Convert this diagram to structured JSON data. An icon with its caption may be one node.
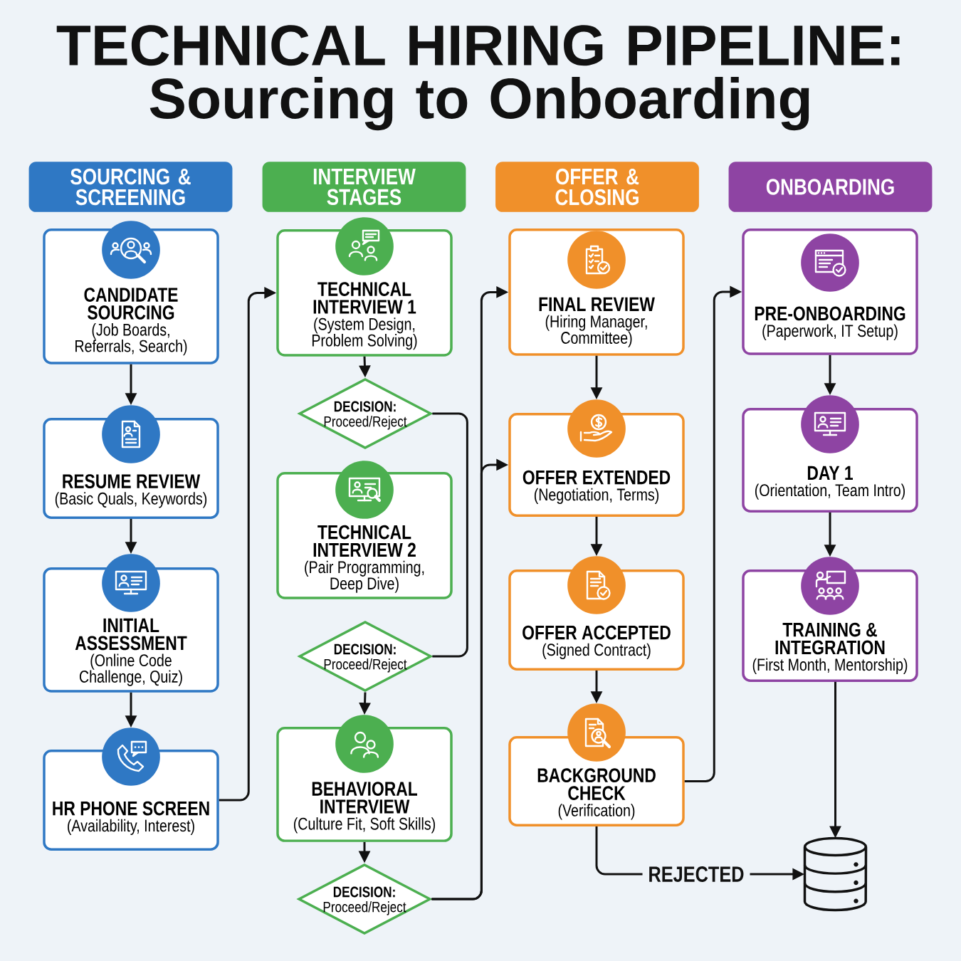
{
  "diagram": {
    "title": "TECHNICAL HIRING PIPELINE: Sourcing to Onboarding",
    "nodes": [
      {
        "text": [
          "SOURCING & SCREENING"
        ]
      },
      {
        "text": [
          "INTERVIEW STAGES"
        ]
      },
      {
        "text": [
          "OFFER & CLOSING"
        ]
      },
      {
        "text": [
          "ONBOARDING"
        ]
      },
      {
        "text": [
          "CANDIDATE SOURCING",
          "(Job Boards, Referrals, Search)"
        ]
      },
      {
        "text": [
          "RESUME REVIEW",
          "(Basic Quals, Keywords)"
        ]
      },
      {
        "text": [
          "INITIAL ASSESSMENT",
          "(Online Code Challenge, Quiz)"
        ]
      },
      {
        "text": [
          "HR PHONE SCREEN",
          "(Availability, Interest)"
        ]
      },
      {
        "text": [
          "TECHNICAL INTERVIEW 1",
          "(System Design, Problem Solving)"
        ]
      },
      {
        "text": [
          "DECISION:",
          "Proceed/Reject"
        ]
      },
      {
        "text": [
          "TECHNICAL INTERVIEW 2",
          "(Pair Programming, Deep Dive)"
        ]
      },
      {
        "text": [
          "DECISION:",
          "Proceed/Reject"
        ]
      },
      {
        "text": [
          "BEHAVIORAL INTERVIEW",
          "(Culture Fit, Soft Skills)"
        ]
      },
      {
        "text": [
          "DECISION:",
          "Proceed/Reject"
        ]
      },
      {
        "text": [
          "FINAL REVIEW",
          "(Hiring Manager, Committee)"
        ]
      },
      {
        "text": [
          "OFFER EXTENDED",
          "(Negotiation, Terms)"
        ]
      },
      {
        "text": [
          "OFFER ACCEPTED",
          "(Signed Contract)"
        ]
      },
      {
        "text": [
          "BACKGROUND CHECK",
          "(Verification)"
        ]
      },
      {
        "text": [
          "PRE-ONBOARDING",
          "(Paperwork, IT Setup)"
        ]
      },
      {
        "text": [
          "DAY 1",
          "(Orientation, Team Intro)"
        ]
      },
      {
        "text": [
          "TRAINING & INTEGRATION",
          "(First Month, Mentorship)"
        ]
      },
      {
        "text": [],
        "shape": "cylinder"
      }
    ],
    "edges": [
      {
        "from": 4,
        "to": 5,
        "arrow": "to"
      },
      {
        "from": 5,
        "to": 6,
        "arrow": "to"
      },
      {
        "from": 6,
        "to": 7,
        "arrow": "to"
      },
      {
        "from": 7,
        "to": 8,
        "arrow": "to"
      },
      {
        "from": 8,
        "to": 9,
        "arrow": "to"
      },
      {
        "from": 9,
        "to": 11,
        "arrow": "none"
      },
      {
        "from": 11,
        "to": 12,
        "arrow": "to"
      },
      {
        "from": 12,
        "to": 13,
        "arrow": "to"
      },
      {
        "from": 13,
        "to": 14,
        "arrow": "to"
      },
      {
        "from": 13,
        "to": 15,
        "arrow": "to"
      },
      {
        "from": 14,
        "to": 15,
        "arrow": "to"
      },
      {
        "from": 15,
        "to": 16,
        "arrow": "to"
      },
      {
        "from": 16,
        "to": 17,
        "arrow": "to"
      },
      {
        "from": 17,
        "to": 18,
        "arrow": "to"
      },
      {
        "from": 18,
        "to": 19,
        "arrow": "to"
      },
      {
        "from": 19,
        "to": 20,
        "arrow": "to"
      },
      {
        "from": 20,
        "to": 21,
        "arrow": "to"
      },
      {
        "from": 17,
        "to": 21,
        "label": "REJECTED",
        "arrow": "to"
      }
    ]
  }
}
